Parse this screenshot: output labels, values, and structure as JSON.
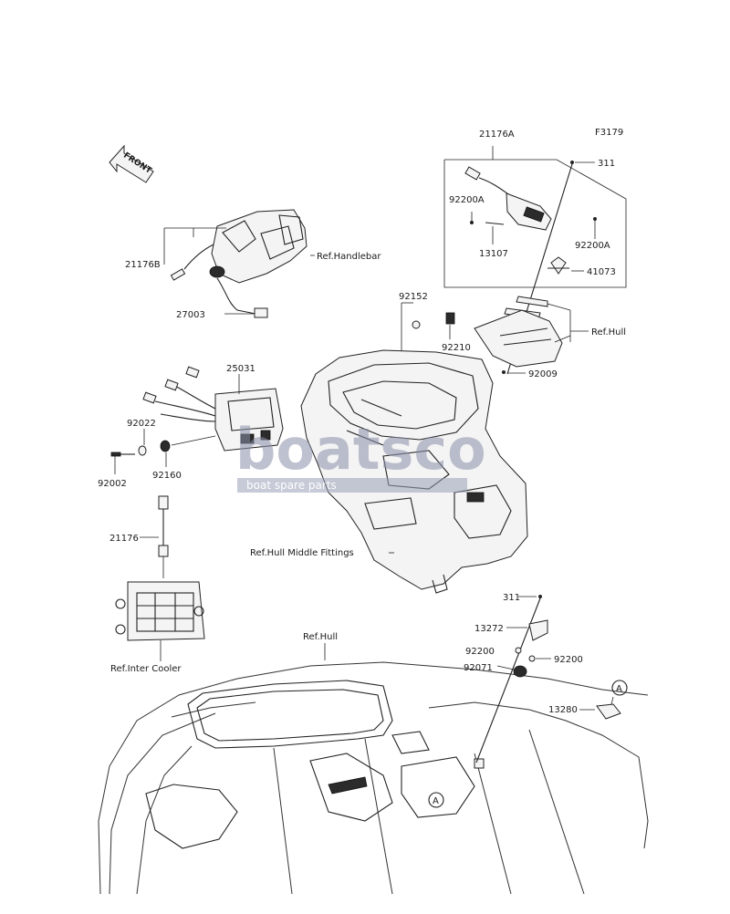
{
  "figure_code": "F3179",
  "front_arrow_label": "FRONT",
  "labels": {
    "p21176A": "21176A",
    "p311_top": "311",
    "p92200A_left": "92200A",
    "p92200A_right": "92200A",
    "p13107": "13107",
    "p41073": "41073",
    "ref_hull_top": "Ref.Hull",
    "p92009": "92009",
    "p92152": "92152",
    "p92210": "92210",
    "p21176B": "21176B",
    "ref_handlebar": "Ref.Handlebar",
    "p27003": "27003",
    "p25031": "25031",
    "p92022": "92022",
    "p92002": "92002",
    "p92160": "92160",
    "p21176": "21176",
    "ref_hull_middle": "Ref.Hull Middle Fittings",
    "ref_inter_cooler": "Ref.Inter Cooler",
    "ref_hull_bottom": "Ref.Hull",
    "p311_bottom": "311",
    "p13272": "13272",
    "p92200_left": "92200",
    "p92200_right": "92200",
    "p92071": "92071",
    "p13280": "13280",
    "callout_a_top": "A",
    "callout_a_bottom": "A"
  },
  "watermark": {
    "brand": "boatsco",
    "tagline": "boat spare parts"
  },
  "colors": {
    "line": "#222222",
    "watermark_text": "#8a8fa8",
    "watermark_band": "#9aa0b8"
  }
}
